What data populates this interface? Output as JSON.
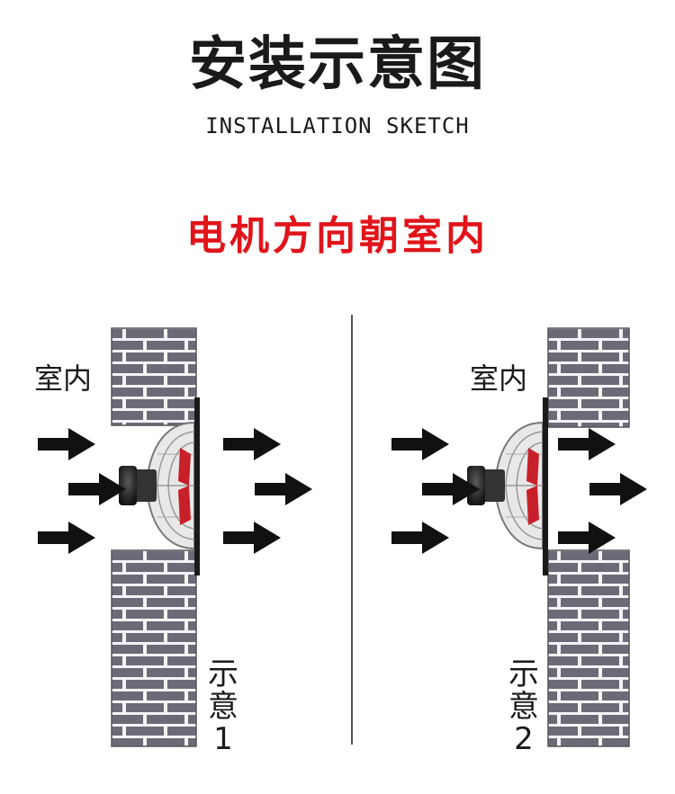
{
  "header": {
    "title": "安装示意图",
    "subtitle": "INSTALLATION SKETCH"
  },
  "notice": "电机方向朝室内",
  "panels": [
    {
      "indoor_label": "室内",
      "caption_chars": [
        "示",
        "意",
        "1"
      ]
    },
    {
      "indoor_label": "室内",
      "caption_chars": [
        "示",
        "意",
        "2"
      ]
    }
  ],
  "colors": {
    "title": "#1a1a1a",
    "notice": "#e0141a",
    "brick": "#6b6b78",
    "mortar": "#f4f4f6",
    "fan_blade": "#c8202a",
    "arrow": "#111111"
  },
  "icons": [
    "brick-wall-icon",
    "exhaust-fan-icon",
    "airflow-arrow-icon"
  ]
}
